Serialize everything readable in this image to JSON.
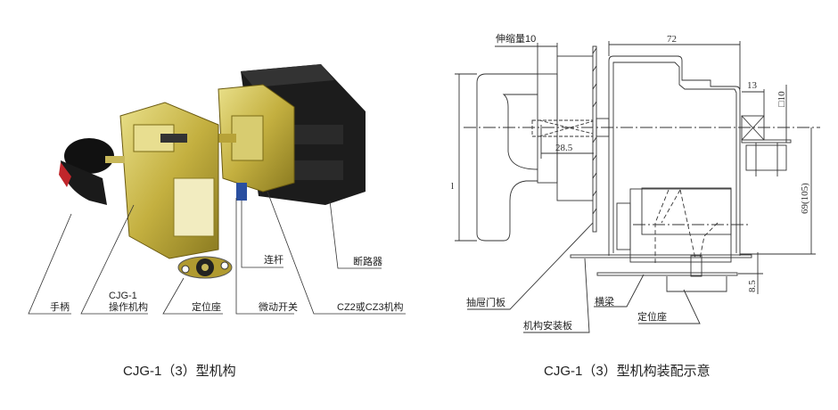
{
  "left_figure": {
    "caption": "CJG-1（3）型机构",
    "labels": {
      "handle": "手柄",
      "mechanism_model": "CJG-1",
      "mechanism": "操作机构",
      "positioning_seat": "定位座",
      "micro_switch": "微动开关",
      "cz_mechanism": "CZ2或CZ3机构",
      "link_rod": "连杆",
      "breaker": "断路器"
    }
  },
  "right_figure": {
    "caption": "CJG-1（3）型机构装配示意",
    "dimensions": {
      "stretch": "伸缩量10",
      "width": "72",
      "offset": "13",
      "square": "□10",
      "depth": "28.5",
      "height": "69(105)",
      "gap": "8.5",
      "length": "l"
    },
    "labels": {
      "drawer_door": "抽屉门板",
      "mount_plate": "机构安装板",
      "beam": "横梁",
      "positioning_seat": "定位座"
    }
  }
}
